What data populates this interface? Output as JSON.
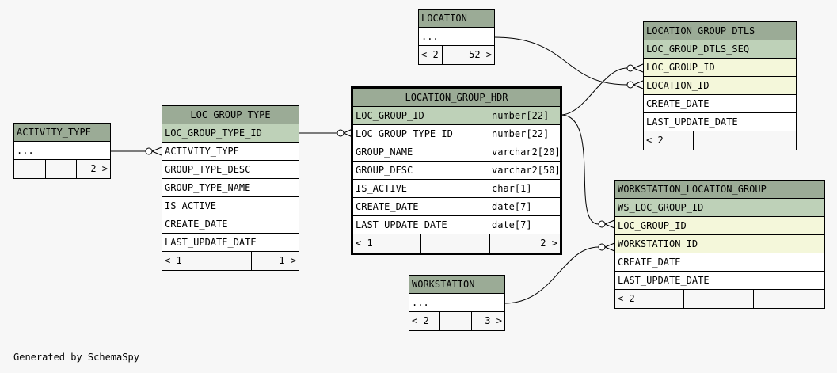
{
  "footer": "Generated by SchemaSpy",
  "tables": {
    "activity_type": {
      "title": "ACTIVITY_TYPE",
      "dots": "...",
      "footer": [
        "",
        "",
        "2 >"
      ]
    },
    "loc_group_type": {
      "title": "LOC_GROUP_TYPE",
      "columns": [
        "LOC_GROUP_TYPE_ID",
        "ACTIVITY_TYPE",
        "GROUP_TYPE_DESC",
        "GROUP_TYPE_NAME",
        "IS_ACTIVE",
        "CREATE_DATE",
        "LAST_UPDATE_DATE"
      ],
      "footer": [
        "< 1",
        "",
        "1 >"
      ]
    },
    "location_group_hdr": {
      "title": "LOCATION_GROUP_HDR",
      "columns": [
        {
          "name": "LOC_GROUP_ID",
          "type": "number[22]"
        },
        {
          "name": "LOC_GROUP_TYPE_ID",
          "type": "number[22]"
        },
        {
          "name": "GROUP_NAME",
          "type": "varchar2[20]"
        },
        {
          "name": "GROUP_DESC",
          "type": "varchar2[50]"
        },
        {
          "name": "IS_ACTIVE",
          "type": "char[1]"
        },
        {
          "name": "CREATE_DATE",
          "type": "date[7]"
        },
        {
          "name": "LAST_UPDATE_DATE",
          "type": "date[7]"
        }
      ],
      "footer": [
        "< 1",
        "",
        "2 >"
      ]
    },
    "location": {
      "title": "LOCATION",
      "dots": "...",
      "footer": [
        "< 2",
        "",
        "52 >"
      ]
    },
    "location_group_dtls": {
      "title": "LOCATION_GROUP_DTLS",
      "columns": [
        "LOC_GROUP_DTLS_SEQ",
        "LOC_GROUP_ID",
        "LOCATION_ID",
        "CREATE_DATE",
        "LAST_UPDATE_DATE"
      ],
      "footer": [
        "< 2",
        "",
        ""
      ]
    },
    "workstation_location_group": {
      "title": "WORKSTATION_LOCATION_GROUP",
      "columns": [
        "WS_LOC_GROUP_ID",
        "LOC_GROUP_ID",
        "WORKSTATION_ID",
        "CREATE_DATE",
        "LAST_UPDATE_DATE"
      ],
      "footer": [
        "< 2",
        "",
        ""
      ]
    },
    "workstation": {
      "title": "WORKSTATION",
      "dots": "...",
      "footer": [
        "< 2",
        "",
        "3 >"
      ]
    }
  }
}
